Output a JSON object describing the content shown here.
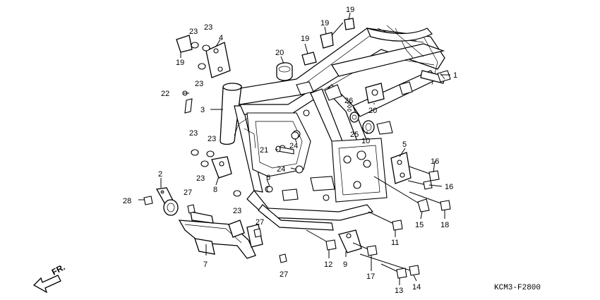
{
  "diagram": {
    "code": "KCM3-F2800",
    "direction_label": "FR.",
    "callouts": {
      "c1": "1",
      "c2": "2",
      "c3": "3",
      "c4": "4",
      "c5": "5",
      "c6": "6",
      "c7": "7",
      "c8": "8",
      "c9": "9",
      "c10": "10",
      "c11": "11",
      "c12": "12",
      "c13": "13",
      "c14": "14",
      "c15": "15",
      "c16a": "16",
      "c16b": "16",
      "c17": "17",
      "c18": "18",
      "c19a": "19",
      "c19b": "19",
      "c19c": "19",
      "c20a": "20",
      "c20b": "20",
      "c21": "21",
      "c22": "22",
      "c23a": "23",
      "c23b": "23",
      "c23c": "23",
      "c23d": "23",
      "c23e": "23",
      "c23f": "23",
      "c23g": "23",
      "c24a": "24",
      "c24b": "24",
      "c25": "25",
      "c26": "26",
      "c27a": "27",
      "c27b": "27",
      "c27c": "27",
      "c28": "28"
    }
  }
}
